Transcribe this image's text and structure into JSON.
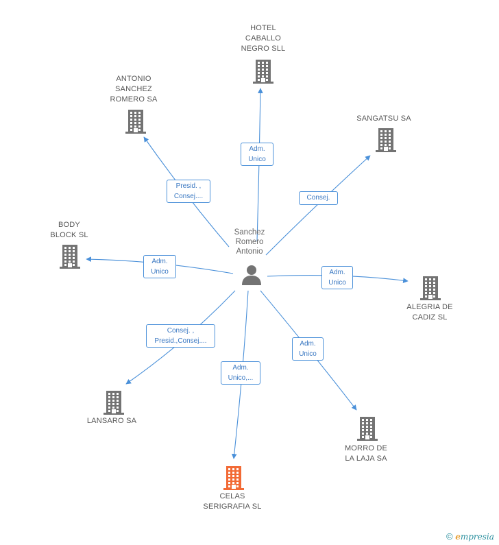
{
  "center": {
    "name_lines": [
      "Sanchez",
      "Romero",
      "Antonio"
    ]
  },
  "nodes": [
    {
      "id": "hotel",
      "name_lines": [
        "HOTEL",
        "CABALLO",
        "NEGRO SLL"
      ],
      "highlight": false
    },
    {
      "id": "antonio",
      "name_lines": [
        "ANTONIO",
        "SANCHEZ",
        "ROMERO SA"
      ],
      "highlight": false
    },
    {
      "id": "sangatsu",
      "name_lines": [
        "SANGATSU SA"
      ],
      "highlight": false
    },
    {
      "id": "body",
      "name_lines": [
        "BODY",
        "BLOCK SL"
      ],
      "highlight": false
    },
    {
      "id": "alegria",
      "name_lines": [
        "ALEGRIA DE",
        "CADIZ SL"
      ],
      "highlight": false
    },
    {
      "id": "lansaro",
      "name_lines": [
        "LANSARO SA"
      ],
      "highlight": false
    },
    {
      "id": "morro",
      "name_lines": [
        "MORRO DE",
        "LA LAJA SA"
      ],
      "highlight": false
    },
    {
      "id": "celas",
      "name_lines": [
        "CELAS",
        "SERIGRAFIA SL"
      ],
      "highlight": true
    }
  ],
  "edges": [
    {
      "to": "hotel",
      "label_lines": [
        "Adm.",
        "Unico"
      ]
    },
    {
      "to": "antonio",
      "label_lines": [
        "Presid. ,",
        "Consej...."
      ]
    },
    {
      "to": "sangatsu",
      "label_lines": [
        "Consej."
      ]
    },
    {
      "to": "body",
      "label_lines": [
        "Adm.",
        "Unico"
      ]
    },
    {
      "to": "alegria",
      "label_lines": [
        "Adm.",
        "Unico"
      ]
    },
    {
      "to": "lansaro",
      "label_lines": [
        "Consej. ,",
        "Presid.,Consej...."
      ]
    },
    {
      "to": "celas",
      "label_lines": [
        "Adm.",
        "Unico,..."
      ]
    },
    {
      "to": "morro",
      "label_lines": [
        "Adm.",
        "Unico"
      ]
    }
  ],
  "colors": {
    "edge": "#4a90d9",
    "node": "#737373",
    "highlight": "#f26a35",
    "label_text": "#3a78c2"
  },
  "footer": {
    "copyright": "©",
    "brand_initial": "e",
    "brand_rest": "mpresia"
  }
}
